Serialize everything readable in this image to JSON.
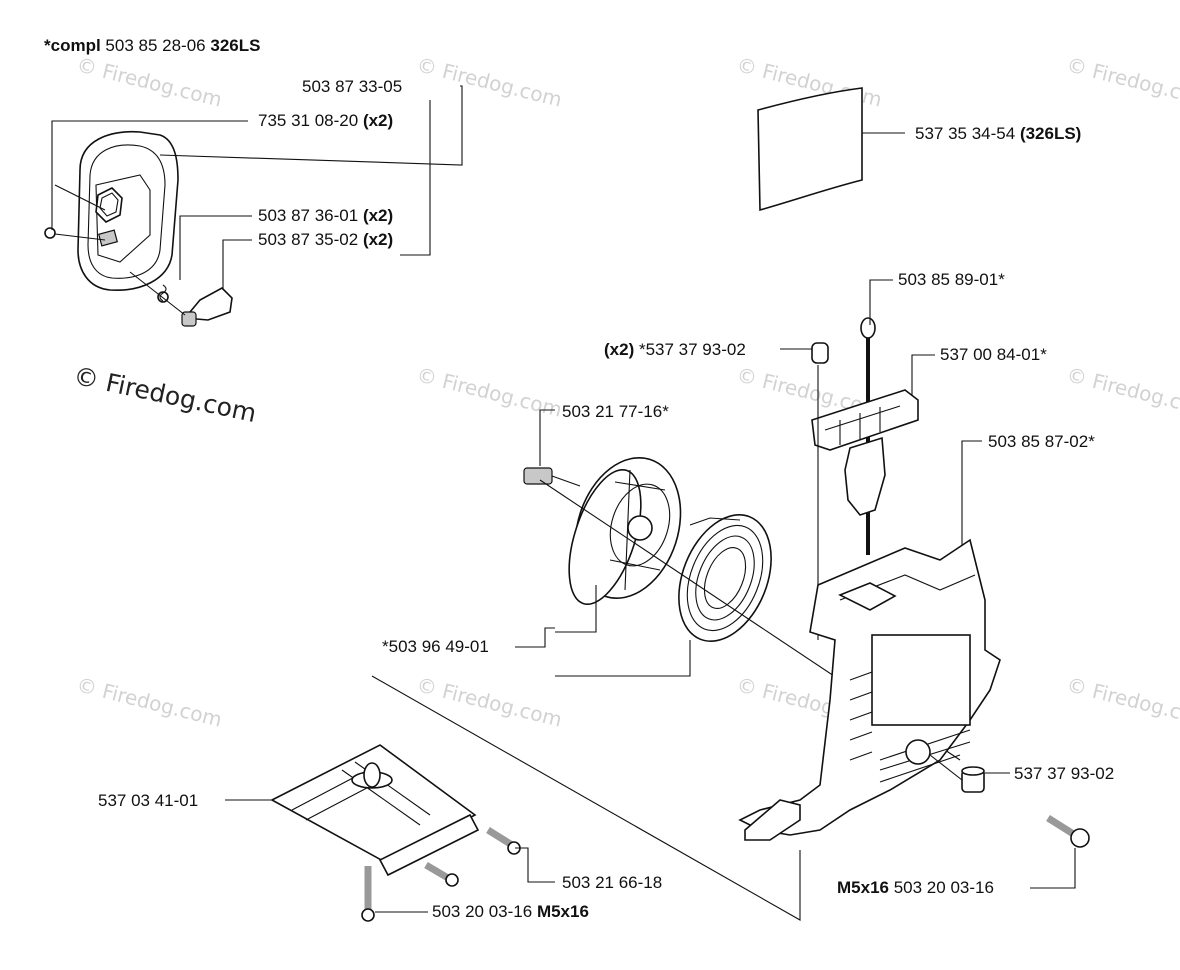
{
  "compl": {
    "prefix": "*compl",
    "number": "503 85 28-06",
    "suffix": "326LS"
  },
  "watermark_text": "© Firedog.com",
  "labels": {
    "p1": "503 87 33-05",
    "p2_num": "735 31 08-20",
    "p2_qty": "(x2)",
    "p3_num": "503 87 36-01",
    "p3_qty": "(x2)",
    "p4_num": "503 87 35-02",
    "p4_qty": "(x2)",
    "p5_num": "537 35 34-54",
    "p5_note": "(326LS)",
    "p6": "503 85 89-01*",
    "p7_qty": "(x2)",
    "p7_num": "*537 37 93-02",
    "p8": "537 00 84-01*",
    "p9": "503 21 77-16*",
    "p10": "503 85 87-02*",
    "p11": "*503 96 49-01",
    "p12": "537 37 93-02",
    "p13": "537 03 41-01",
    "p14": "503 21 66-18",
    "p15_size": "M5x16",
    "p15_num": "503 20 03-16",
    "p16_num": "503 20 03-16",
    "p16_size": "M5x16"
  }
}
